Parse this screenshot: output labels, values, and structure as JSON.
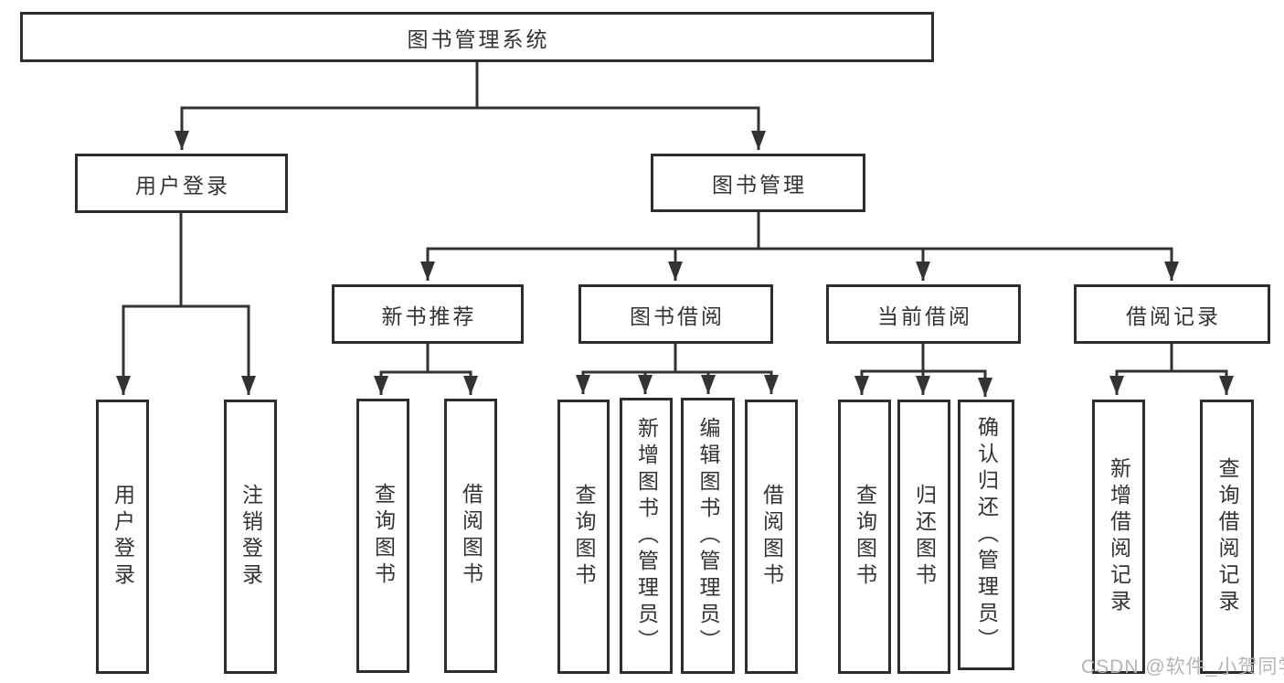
{
  "title": "图书管理系统",
  "watermark": "CSDN @软件_小贺同学",
  "colors": {
    "line": "#333333",
    "box_border": "#2d2d2d",
    "text": "#333333",
    "watermark": "#b5b5b5",
    "background": "#ffffff"
  },
  "tree": {
    "label": "图书管理系统",
    "children": [
      {
        "label": "用户登录",
        "children": [
          {
            "label": "用户登录"
          },
          {
            "label": "注销登录"
          }
        ]
      },
      {
        "label": "图书管理",
        "children": [
          {
            "label": "新书推荐",
            "children": [
              {
                "label": "查询图书"
              },
              {
                "label": "借阅图书"
              }
            ]
          },
          {
            "label": "图书借阅",
            "children": [
              {
                "label": "查询图书"
              },
              {
                "label": "新增图书（管理员）"
              },
              {
                "label": "编辑图书（管理员）"
              },
              {
                "label": "借阅图书"
              }
            ]
          },
          {
            "label": "当前借阅",
            "children": [
              {
                "label": "查询图书"
              },
              {
                "label": "归还图书"
              },
              {
                "label": "确认归还（管理员）"
              }
            ]
          },
          {
            "label": "借阅记录",
            "children": [
              {
                "label": "新增借阅记录"
              },
              {
                "label": "查询借阅记录"
              }
            ]
          }
        ]
      }
    ]
  }
}
